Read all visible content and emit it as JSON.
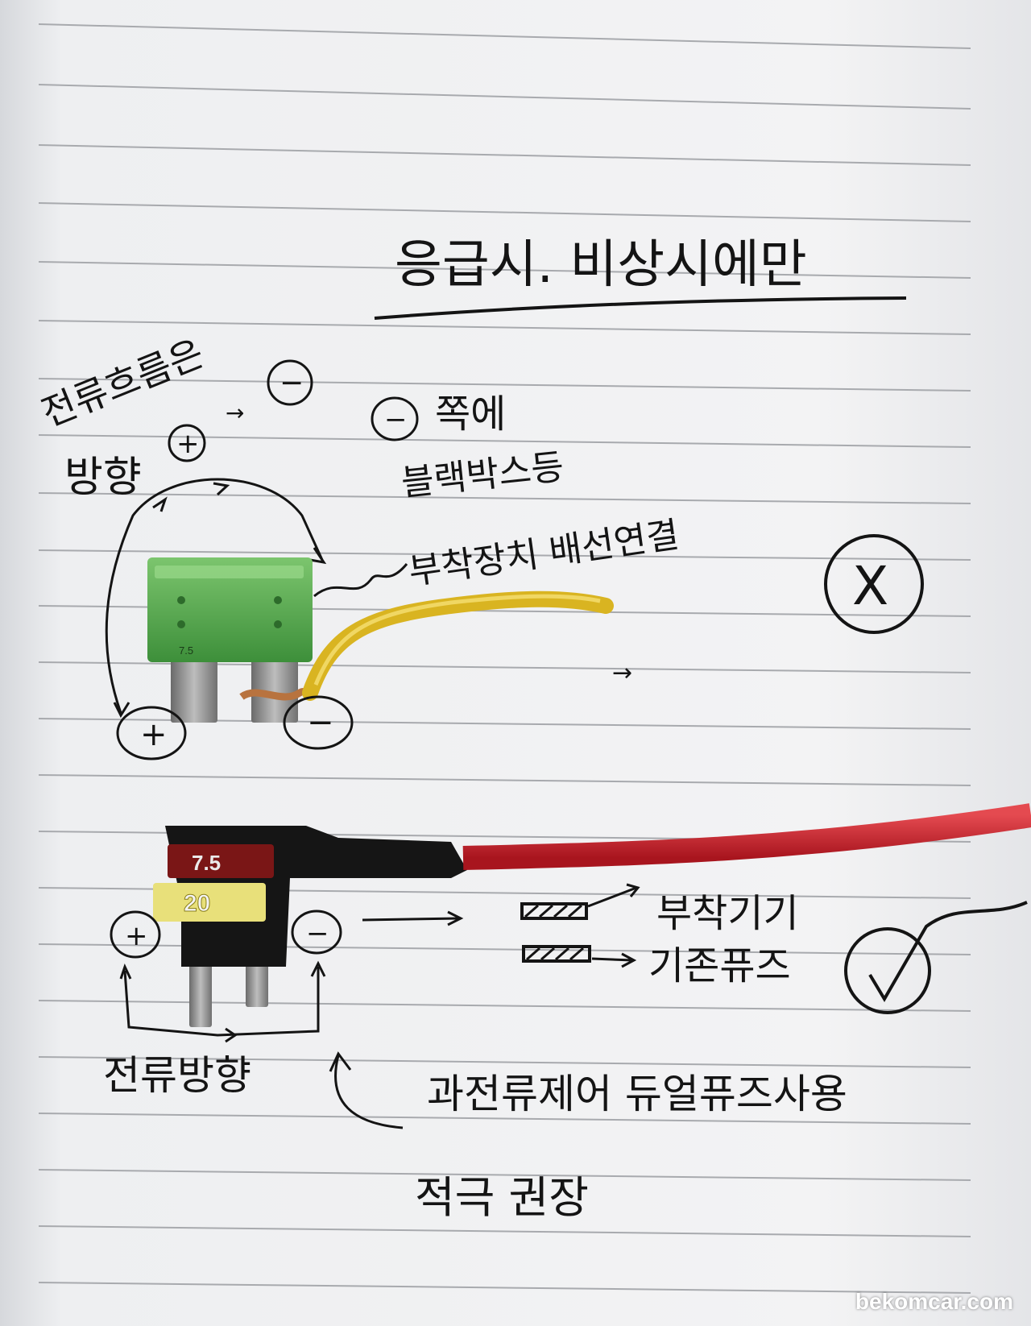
{
  "notes": {
    "title": "응급시. 비상시에만",
    "current_direction": "전류흐름은",
    "direction_word": "방향",
    "minus_side": "쪽에",
    "blackbox": "블랙박스등",
    "accessory_wiring": "부착장치 배선연결",
    "device": "부착기기",
    "existing_fuse": "기존퓨즈",
    "current_direction_2": "전류방향",
    "dual_fuse": "과전류제어 듀얼퓨즈사용",
    "recommend": "적극 권장"
  },
  "fuse_ratings": {
    "red": "7.5",
    "yellow": "20",
    "green": "7.5"
  },
  "symbols": {
    "plus": "+",
    "minus": "−",
    "wrong": "X",
    "right": "✓",
    "arrow": "→"
  },
  "watermark": "bekomcar.com",
  "colors": {
    "paper": "#f1f1f3",
    "rule": "#a8aaae",
    "ink": "#141414",
    "green_fuse": "#4fae4a",
    "yellow_wire": "#d9b421",
    "red_wire": "#c8202a"
  }
}
